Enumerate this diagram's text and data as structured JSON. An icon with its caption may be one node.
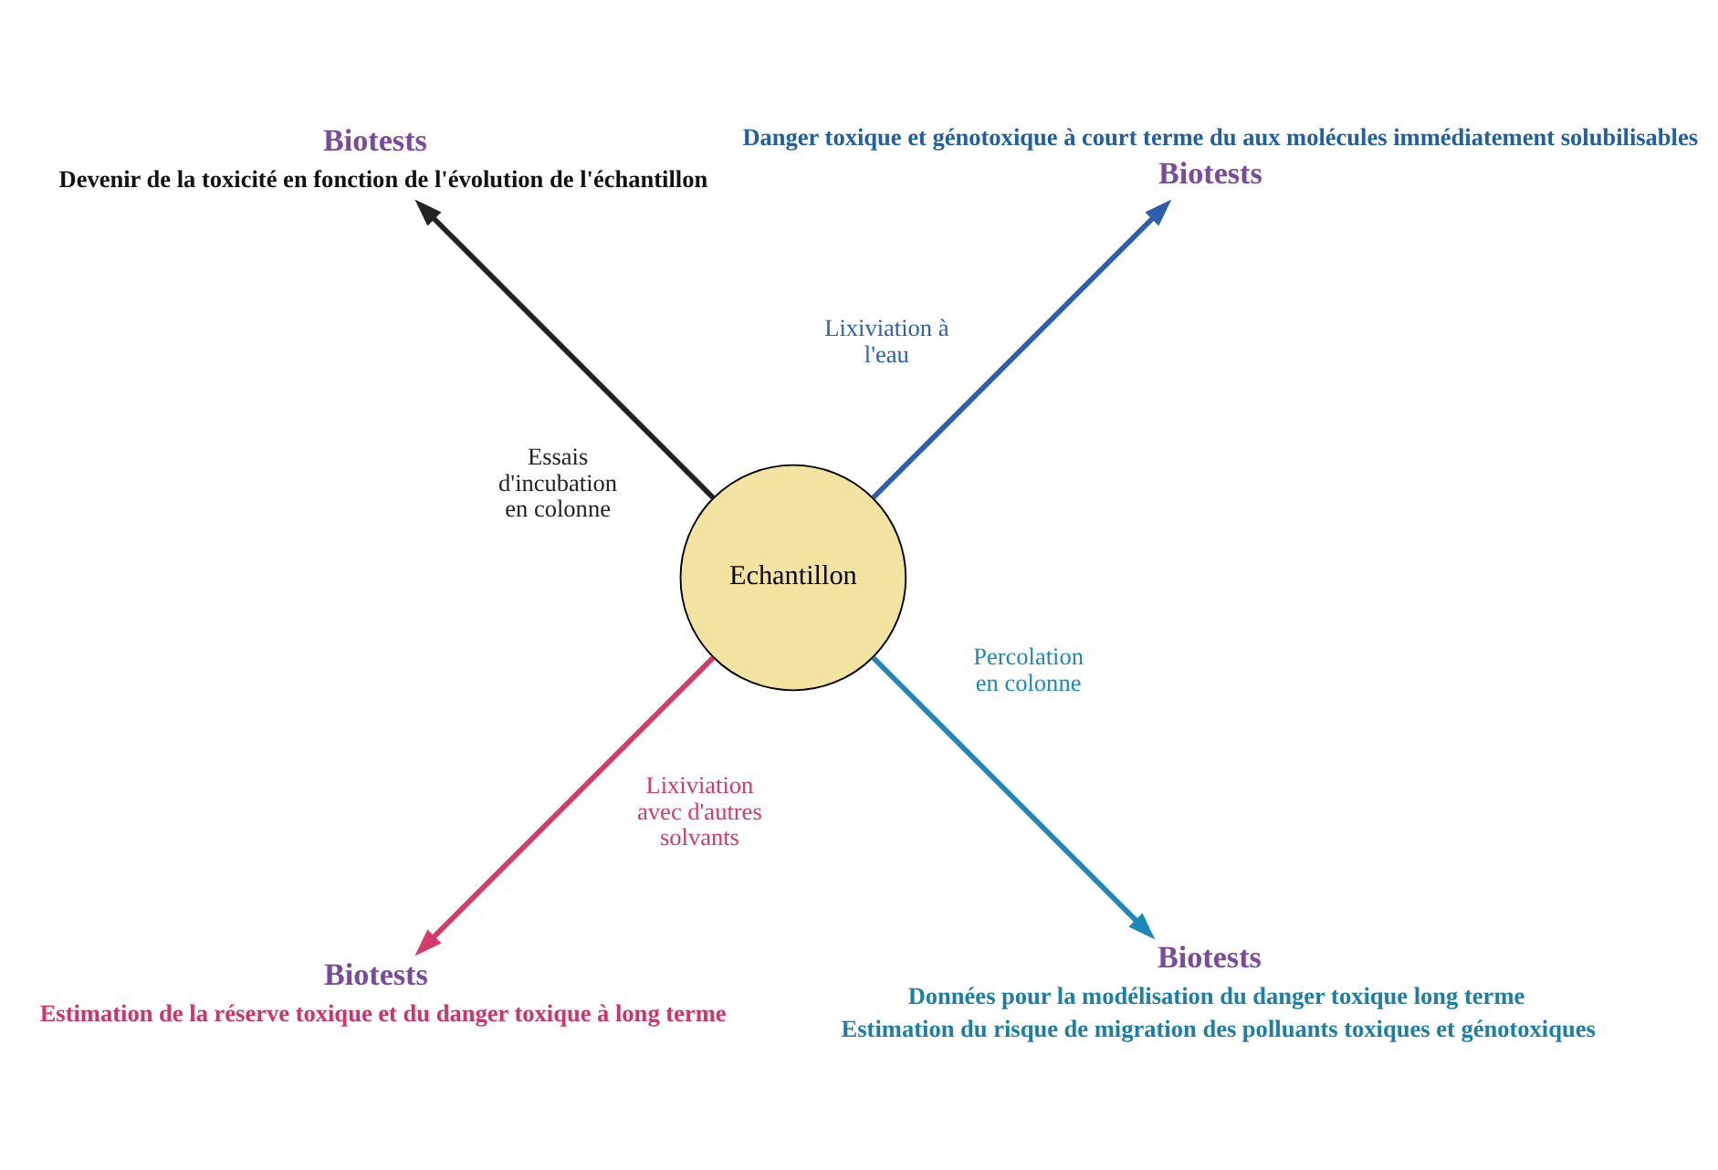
{
  "diagram": {
    "nodes": [
      {
        "text": [
          "Echantillon"
        ]
      },
      {
        "text": [
          "Biotests"
        ],
        "beside": [
          "Danger toxique et génotoxique à court terme du aux molécules immédiatement solubilisables"
        ]
      },
      {
        "text": [
          "Biotests"
        ],
        "beside": [
          "Devenir de la toxicité en fonction de l'évolution de l'échantillon"
        ]
      },
      {
        "text": [
          "Biotests"
        ],
        "beside": [
          "Estimation de la réserve toxique et du danger toxique à long terme"
        ]
      },
      {
        "text": [
          "Biotests"
        ],
        "beside": [
          "Données pour la modélisation du danger toxique long terme",
          "Estimation du risque de migration des polluants toxiques et génotoxiques"
        ]
      }
    ],
    "edges": [
      {
        "from": 0,
        "to": 1,
        "arrow": "to",
        "label": "Lixiviation à l'eau",
        "color": "#2e5fae"
      },
      {
        "from": 0,
        "to": 2,
        "arrow": "to",
        "label": "Essais d'incubation en colonne",
        "color": "#222222"
      },
      {
        "from": 0,
        "to": 3,
        "arrow": "to",
        "label": "Lixiviation avec d'autres solvants",
        "color": "#d63a6a"
      },
      {
        "from": 0,
        "to": 4,
        "arrow": "to",
        "label": "Percolation en colonne",
        "color": "#1e88b8"
      }
    ]
  }
}
